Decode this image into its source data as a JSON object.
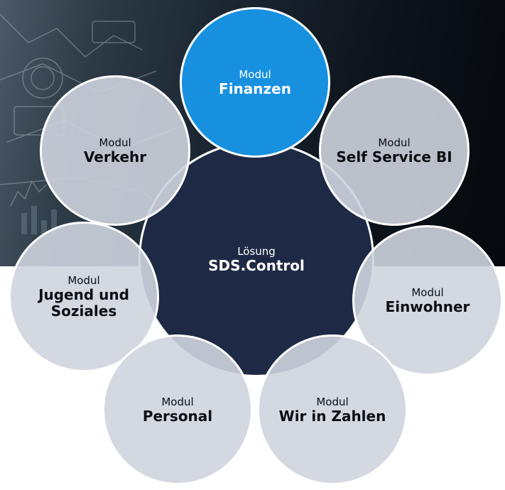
{
  "center": {
    "kicker": "Lösung",
    "title": "SDS.Control"
  },
  "modules": [
    {
      "id": "finanzen",
      "kicker": "Modul",
      "title": "Finanzen",
      "active": true
    },
    {
      "id": "verkehr",
      "kicker": "Modul",
      "title": "Verkehr",
      "active": false
    },
    {
      "id": "self-service-bi",
      "kicker": "Modul",
      "title": "Self Service BI",
      "active": false
    },
    {
      "id": "einwohner",
      "kicker": "Modul",
      "title": "Einwohner",
      "active": false
    },
    {
      "id": "jugend-und-soziales",
      "kicker": "Modul",
      "title": "Jugend und\nSoziales",
      "active": false
    },
    {
      "id": "personal",
      "kicker": "Modul",
      "title": "Personal",
      "active": false
    },
    {
      "id": "wir-in-zahlen",
      "kicker": "Modul",
      "title": "Wir in Zahlen",
      "active": false
    }
  ],
  "colors": {
    "active": "#1790e0",
    "inactive": "#ced4de",
    "center": "#1e2a45",
    "background": "#0d141c"
  }
}
